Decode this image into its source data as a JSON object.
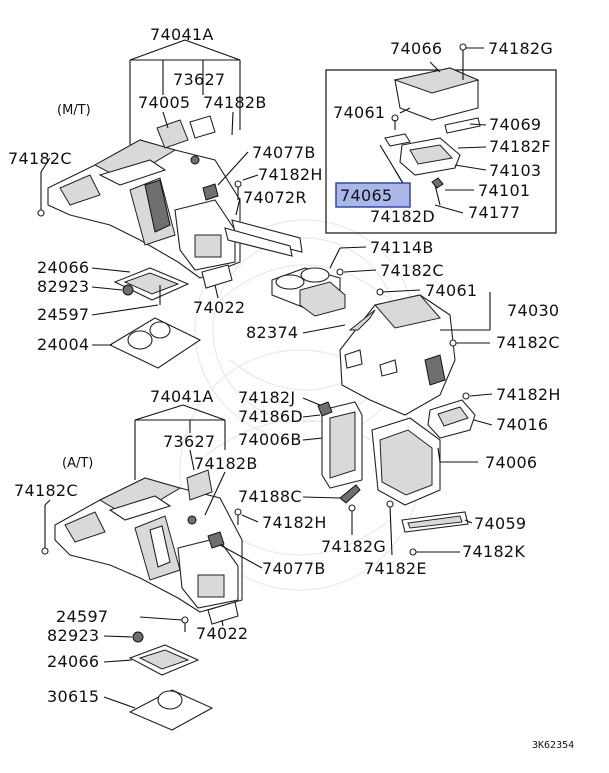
{
  "colors": {
    "highlight_fill": "#aab7e9",
    "highlight_border": "#2a3f9e",
    "line": "#111111"
  },
  "variants": {
    "mt": "(M/T)",
    "at": "(A/T)"
  },
  "parts": {
    "p74041A_top": "74041A",
    "p73627_top": "73627",
    "p74005": "74005",
    "p74182B_top": "74182B",
    "p74182C_left_top": "74182C",
    "p74077B_top": "74077B",
    "p74182H_mid": "74182H",
    "p74072R": "74072R",
    "p24066_top": "24066",
    "p82923_top": "82923",
    "p24597_top": "24597",
    "p24004": "24004",
    "p74022_top": "74022",
    "p74066": "74066",
    "p74182G_box": "74182G",
    "p74061_box": "74061",
    "p74069": "74069",
    "p74182F": "74182F",
    "p74103": "74103",
    "p74065": "74065",
    "p74101": "74101",
    "p74182D": "74182D",
    "p74177": "74177",
    "p74114B": "74114B",
    "p74182C_mid": "74182C",
    "p74061_mid": "74061",
    "p74030": "74030",
    "p82374": "82374",
    "p74182C_right": "74182C",
    "p74182J": "74182J",
    "p74186D": "74186D",
    "p74006B": "74006B",
    "p74182H_right": "74182H",
    "p74016": "74016",
    "p74041A_bot": "74041A",
    "p73627_bot": "73627",
    "p74182B_bot": "74182B",
    "p74182C_left_bot": "74182C",
    "p74006": "74006",
    "p74188C": "74188C",
    "p74182H_bot": "74182H",
    "p74059": "74059",
    "p74182G_bot": "74182G",
    "p74182K": "74182K",
    "p74077B_bot": "74077B",
    "p74182E": "74182E",
    "p24597_bot": "24597",
    "p74022_bot": "74022",
    "p82923_bot": "82923",
    "p24066_bot": "24066",
    "p30615": "30615"
  },
  "diagram_code": "3K62354"
}
